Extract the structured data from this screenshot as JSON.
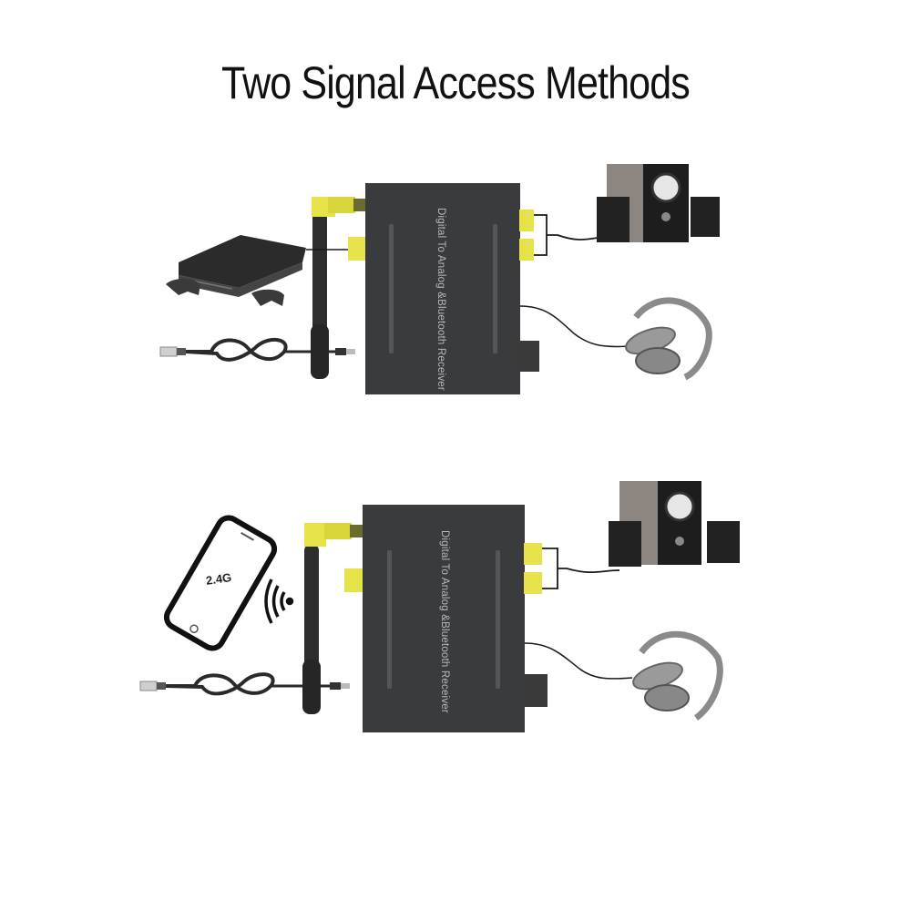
{
  "title": "Two Signal Access Methods",
  "colors": {
    "device_body": "#3a3b3d",
    "connector_gold": "#e6e34a",
    "cable": "#1a1a1a",
    "background": "#ffffff"
  },
  "diagrams": [
    {
      "source": "Game console (wired)",
      "device_label": "Digital To Analog &Bluetooth Receiver",
      "outputs": [
        "Speakers (RCA)",
        "Headphones (3.5mm)"
      ],
      "extras": [
        "USB power cable",
        "Antenna"
      ]
    },
    {
      "source": "Smartphone (wireless)",
      "phone_text": "2.4G",
      "device_label": "Digital To Analog &Bluetooth Receiver",
      "outputs": [
        "Speakers (RCA)",
        "Headphones (3.5mm)"
      ],
      "extras": [
        "USB power cable",
        "Antenna"
      ]
    }
  ]
}
